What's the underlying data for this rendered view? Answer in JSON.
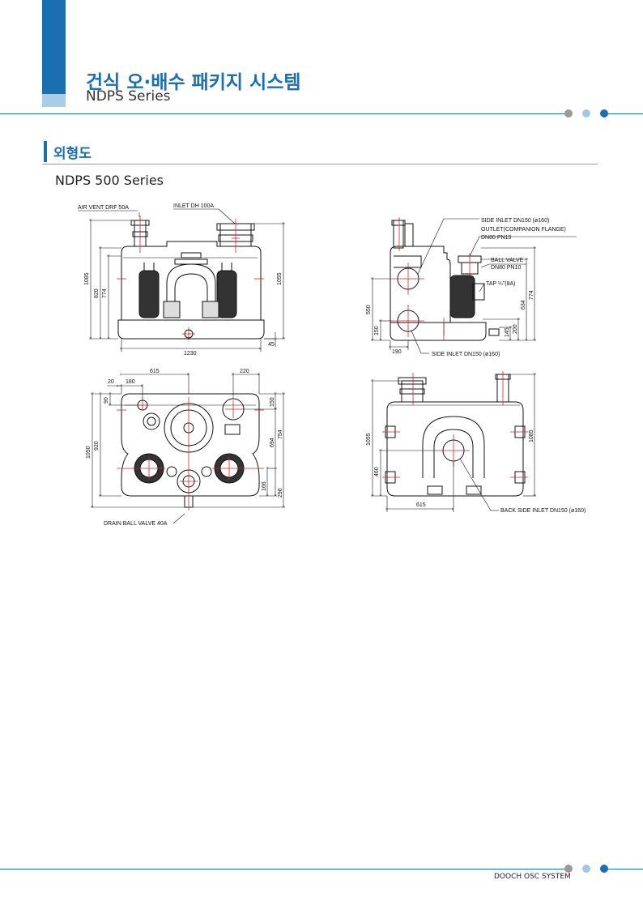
{
  "header": {
    "title_ko": "건식 오·배수 패키지 시스템",
    "title_en": "NDPS Series"
  },
  "section": {
    "title": "외형도",
    "subtitle": "NDPS 500 Series"
  },
  "front_view": {
    "labels": {
      "air_vent": "AIR VENT DRF 50A",
      "inlet": "INLET DH 100A"
    },
    "dims": {
      "d1085": "1085",
      "d820": "820",
      "d774": "774",
      "d1055": "1055",
      "d1230": "1230",
      "d45": "45"
    }
  },
  "side_view": {
    "labels": {
      "side_inlet_top": "SIDE INLET DN150 (ø160)",
      "outlet_1": "OUTLET(COMPANION FLANGE)",
      "outlet_2": "DN80 PN10",
      "ball_valve_1": "BALL VALVE",
      "ball_valve_2": "DN80 PN10",
      "tap": "TAP ¼\"(8A)",
      "side_inlet_bottom": "SIDE INLET DN150 (ø160)"
    },
    "dims": {
      "d550": "550",
      "d150": "150",
      "d190": "190",
      "d634": "634",
      "d774": "774",
      "d145": "145",
      "d200": "200"
    }
  },
  "top_view": {
    "labels": {
      "drain": "DRAIN BALL VALVE 40A"
    },
    "dims": {
      "d615": "615",
      "d220": "220",
      "d20": "20",
      "d180": "180",
      "d90": "90",
      "d1050": "1050",
      "d920": "920",
      "d150": "150",
      "d694": "694",
      "d754": "754",
      "d166": "166",
      "d296": "296"
    }
  },
  "back_view": {
    "labels": {
      "back_inlet": "BACK SIDE INLET DN150 (ø160)"
    },
    "dims": {
      "d1055": "1055",
      "d1085": "1085",
      "d460": "460",
      "d615": "615"
    }
  },
  "footer": {
    "text": "DOOCH OSC SYSTEM"
  },
  "colors": {
    "accent": "#1a6fb0",
    "accent_light": "#a9cde4",
    "dot_gray": "#9a9a9a",
    "dot_light": "#9fc9e3",
    "center_mark": "#d8232a"
  }
}
